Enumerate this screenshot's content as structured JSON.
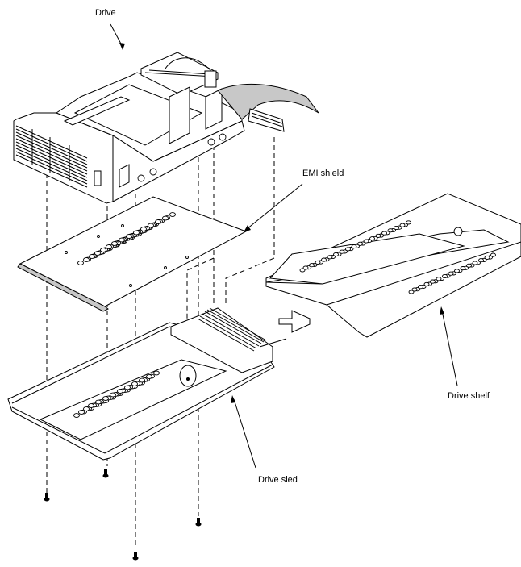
{
  "diagram": {
    "type": "exploded-assembly",
    "labels": {
      "drive": "Drive",
      "emi_shield": "EMI shield",
      "drive_shelf": "Drive shelf",
      "drive_sled": "Drive sled"
    },
    "components": [
      "drive",
      "emi-shield",
      "drive-sled",
      "drive-shelf",
      "screws"
    ],
    "screw_count": 4,
    "insertion_arrow": "right"
  }
}
